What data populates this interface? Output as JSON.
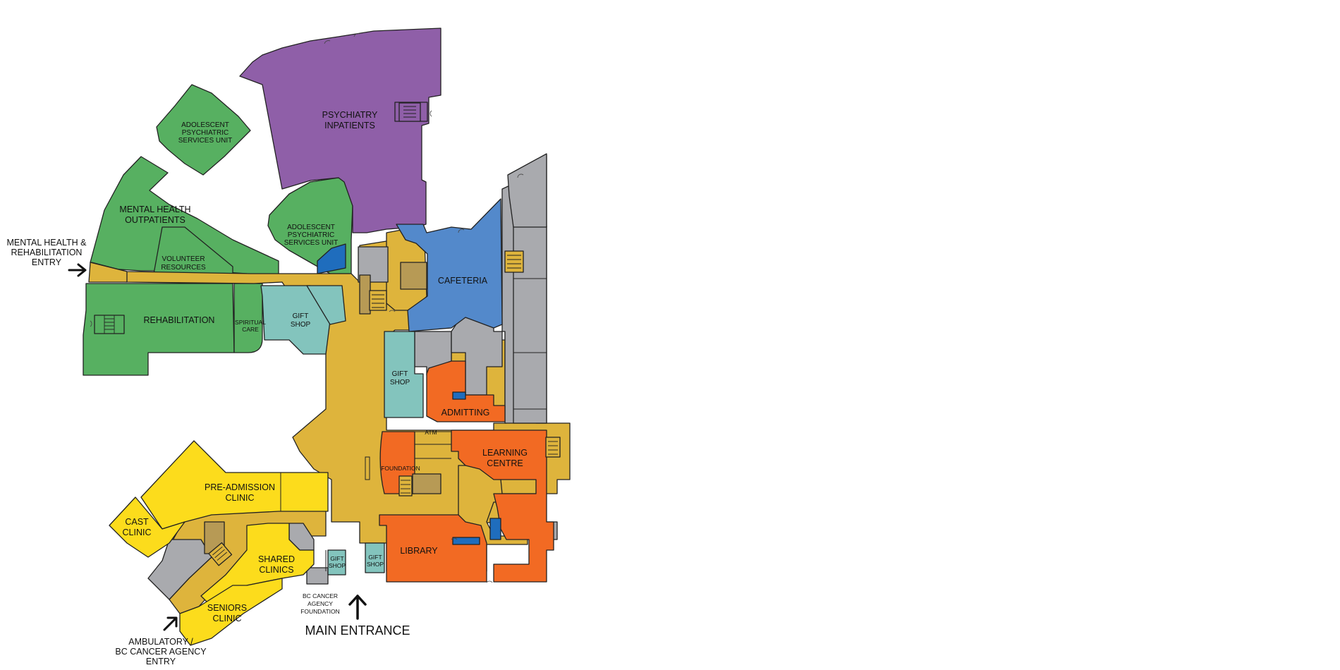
{
  "colors": {
    "mental_health": "#57b061",
    "psychiatry": "#8f5fa8",
    "corridor": "#deb43c",
    "service_gray": "#a9aaae",
    "gift_teal": "#83c4bd",
    "cafeteria_blue": "#5389cb",
    "orange": "#f26a23",
    "yellow": "#fcdc1c",
    "stair_tan": "#b79a55",
    "accent_blue": "#1f6dbd"
  },
  "labels": {
    "psychiatry": [
      "PSYCHIATRY",
      "INPATIENTS"
    ],
    "adolescent_upper": [
      "ADOLESCENT",
      "PSYCHIATRIC",
      "SERVICES UNIT"
    ],
    "adolescent_lower": [
      "ADOLESCENT",
      "PSYCHIATRIC",
      "SERVICES UNIT"
    ],
    "mental_health_outpatients": [
      "MENTAL HEALTH",
      "OUTPATIENTS"
    ],
    "volunteer_resources": [
      "VOLUNTEER",
      "RESOURCES"
    ],
    "rehabilitation": "REHABILITATION",
    "spiritual_care": [
      "SPIRITUAL",
      "CARE"
    ],
    "gift_shop_1": [
      "GIFT",
      "SHOP"
    ],
    "gift_shop_2": [
      "GIFT",
      "SHOP"
    ],
    "gift_shop_3": [
      "GIFT",
      "SHOP"
    ],
    "gift_shop_4": [
      "GIFT",
      "SHOP"
    ],
    "cafeteria": "CAFETERIA",
    "admitting": "ADMITTING",
    "atm": "ATM",
    "foundation": "FOUNDATION",
    "learning_centre": [
      "LEARNING",
      "CENTRE"
    ],
    "library": "LIBRARY",
    "pre_admission_clinic": [
      "PRE-ADMISSION",
      "CLINIC"
    ],
    "cast_clinic": [
      "CAST",
      "CLINIC"
    ],
    "shared_clinics": [
      "SHARED",
      "CLINICS"
    ],
    "seniors_clinic": [
      "SENIORS",
      "CLINIC"
    ],
    "bc_cancer_agency_foundation": [
      "BC CANCER",
      "AGENCY",
      "FOUNDATION"
    ],
    "main_entrance": "MAIN ENTRANCE",
    "mental_health_entry": [
      "MENTAL HEALTH &",
      "REHABILITATION",
      "ENTRY"
    ],
    "ambulatory_entry": [
      "AMBULATORY /",
      "BC CANCER AGENCY",
      "ENTRY"
    ]
  }
}
